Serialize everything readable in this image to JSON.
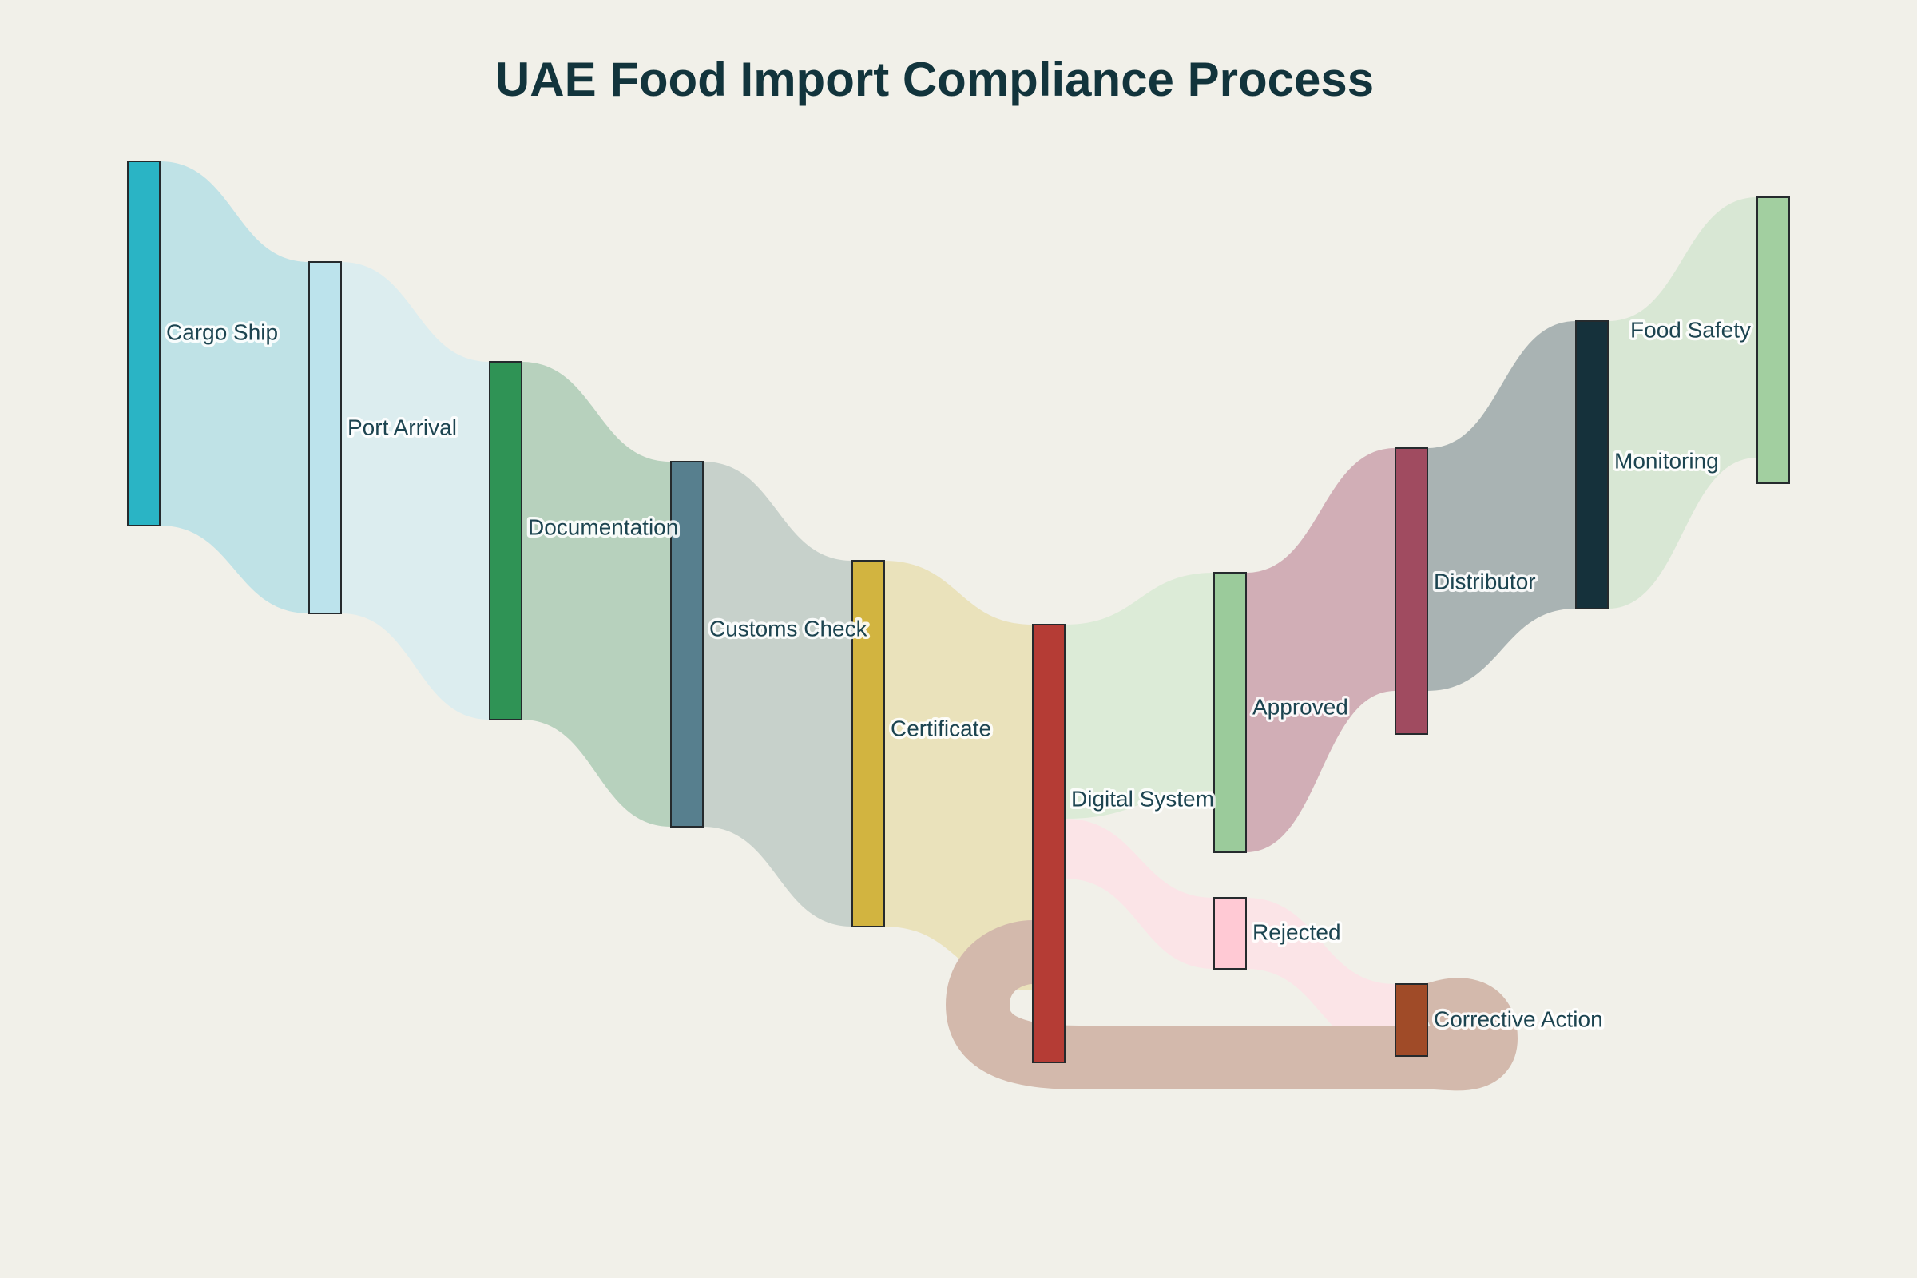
{
  "title": {
    "text": "UAE Food Import Compliance Process",
    "color": "#12343c"
  },
  "background": "#f1f0e9",
  "chart_data": {
    "type": "sankey",
    "label_color": "#1c4450",
    "node_border_color": "#252a2d",
    "nodes": [
      {
        "id": "cargo-ship",
        "label": "Cargo Ship",
        "color": "#2ab4c5"
      },
      {
        "id": "port-arrival",
        "label": "Port Arrival",
        "color": "#bce3ec"
      },
      {
        "id": "documentation",
        "label": "Documentation",
        "color": "#2f9355"
      },
      {
        "id": "customs-check",
        "label": "Customs Check",
        "color": "#577f8e"
      },
      {
        "id": "certificate",
        "label": "Certificate",
        "color": "#d2b440"
      },
      {
        "id": "digital-system",
        "label": "Digital System",
        "color": "#b53c35"
      },
      {
        "id": "approved",
        "label": "Approved",
        "color": "#9bcb9b"
      },
      {
        "id": "rejected",
        "label": "Rejected",
        "color": "#ffc9d4"
      },
      {
        "id": "distributor",
        "label": "Distributor",
        "color": "#a04b60"
      },
      {
        "id": "monitoring",
        "label": "Monitoring",
        "color": "#15313b"
      },
      {
        "id": "food-safety",
        "label": "Food Safety",
        "color": "#a2cfa0"
      },
      {
        "id": "corrective-action",
        "label": "Corrective Action",
        "color": "#a04b28"
      }
    ],
    "links": [
      {
        "source": "Cargo Ship",
        "target": "Port Arrival",
        "color": "#bfe2e6"
      },
      {
        "source": "Port Arrival",
        "target": "Documentation",
        "color": "#dcedef"
      },
      {
        "source": "Documentation",
        "target": "Customs Check",
        "color": "#b7d1bd"
      },
      {
        "source": "Customs Check",
        "target": "Certificate",
        "color": "#c7d1cb"
      },
      {
        "source": "Certificate",
        "target": "Digital System",
        "color": "#eae2bb"
      },
      {
        "source": "Digital System",
        "target": "Approved",
        "color": "#dcebd7"
      },
      {
        "source": "Digital System",
        "target": "Rejected",
        "color": "#fbe4e7"
      },
      {
        "source": "Approved",
        "target": "Distributor",
        "color": "#d1aeb6"
      },
      {
        "source": "Distributor",
        "target": "Monitoring",
        "color": "#a9b3b3"
      },
      {
        "source": "Monitoring",
        "target": "Food Safety",
        "color": "#d8e7d4"
      },
      {
        "source": "Rejected",
        "target": "Corrective Action",
        "color": "#fbe4e7"
      },
      {
        "source": "Corrective Action",
        "target": "Digital System",
        "color": "#d3b9ac"
      }
    ]
  }
}
